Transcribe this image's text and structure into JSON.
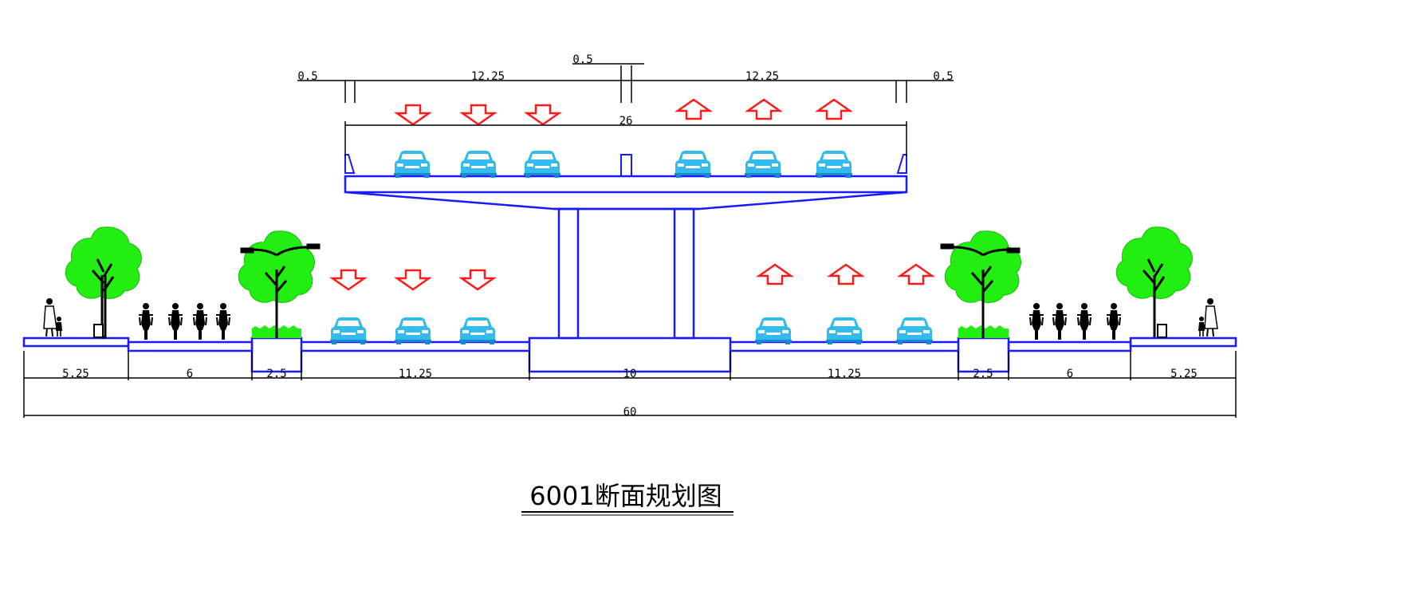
{
  "title": "6001断面规划图",
  "colors": {
    "structure": "#1a1aff",
    "arrow": "#ff1a1a",
    "car": "#33bbee",
    "tree": "#22ee11",
    "dim": "#000000"
  },
  "upper_deck": {
    "total_width_label": "26",
    "dims": {
      "left_edge": "0.5",
      "left_lanes": "12.25",
      "median": "0.5",
      "right_lanes": "12.25",
      "right_edge": "0.5"
    }
  },
  "ground": {
    "segments": [
      "5.25",
      "6",
      "2.5",
      "11.25",
      "10",
      "11.25",
      "2.5",
      "6",
      "5.25"
    ],
    "total_label": "60"
  },
  "icons": {
    "arrow_down": "down-arrow-icon",
    "arrow_up": "up-arrow-icon",
    "car": "car-icon",
    "tree": "tree-icon",
    "street_lamp": "street-lamp-icon",
    "cyclist": "cyclist-icon",
    "pedestrian": "pedestrian-icon",
    "trash_bin": "trash-bin-icon"
  }
}
